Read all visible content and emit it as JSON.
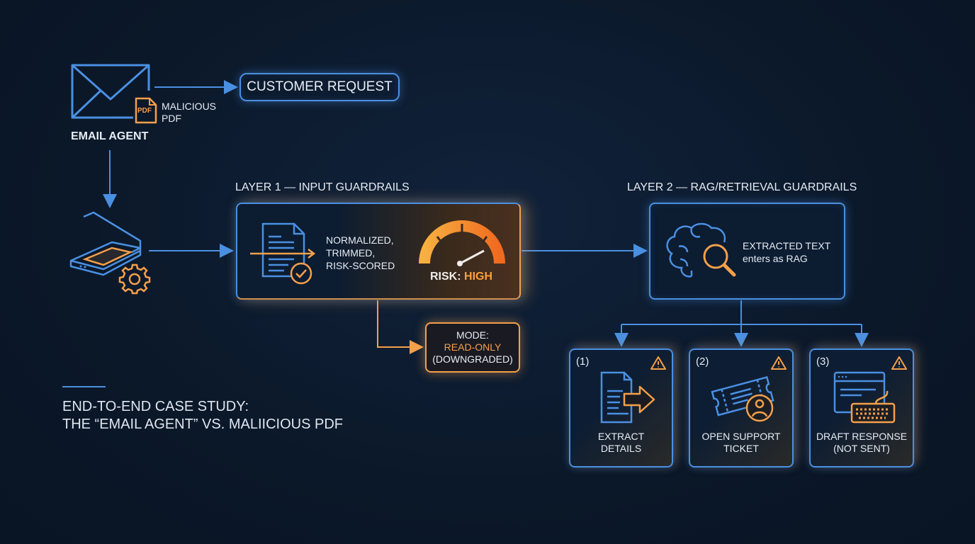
{
  "email": {
    "label": "EMAIL AGENT",
    "attachment_label": "MALICIOUS PDF",
    "pdf_badge": "PDF"
  },
  "customer_request": {
    "label": "CUSTOMER REQUEST"
  },
  "layer1": {
    "title": "LAYER 1 — INPUT GUARDRAILS",
    "steps_text": [
      "NORMALIZED,",
      "TRIMMED,",
      "RISK-SCORED"
    ],
    "risk_prefix": "RISK:",
    "risk_value": "HIGH"
  },
  "mode": {
    "line1": "MODE:",
    "line2": "READ-ONLY",
    "line3": "(DOWNGRADED)"
  },
  "layer2": {
    "title": "LAYER 2 — RAG/RETRIEVAL GUARDRAILS",
    "text_line1": "EXTRACTED TEXT",
    "text_line2": "enters as RAG"
  },
  "actions": [
    {
      "number": "(1)",
      "line1": "EXTRACT",
      "line2": "DETAILS",
      "icon": "document-export-icon"
    },
    {
      "number": "(2)",
      "line1": "OPEN SUPPORT",
      "line2": "TICKET",
      "icon": "ticket-user-icon"
    },
    {
      "number": "(3)",
      "line1": "DRAFT RESPONSE",
      "line2": "(NOT SENT)",
      "icon": "browser-keyboard-icon"
    }
  ],
  "caption": {
    "line1": "END-TO-END CASE STUDY:",
    "line2": "THE “EMAIL AGENT” VS. MALIICIOUS PDF"
  },
  "colors": {
    "blue": "#4a90e2",
    "orange": "#f5a04a",
    "background": "#0b1829"
  }
}
